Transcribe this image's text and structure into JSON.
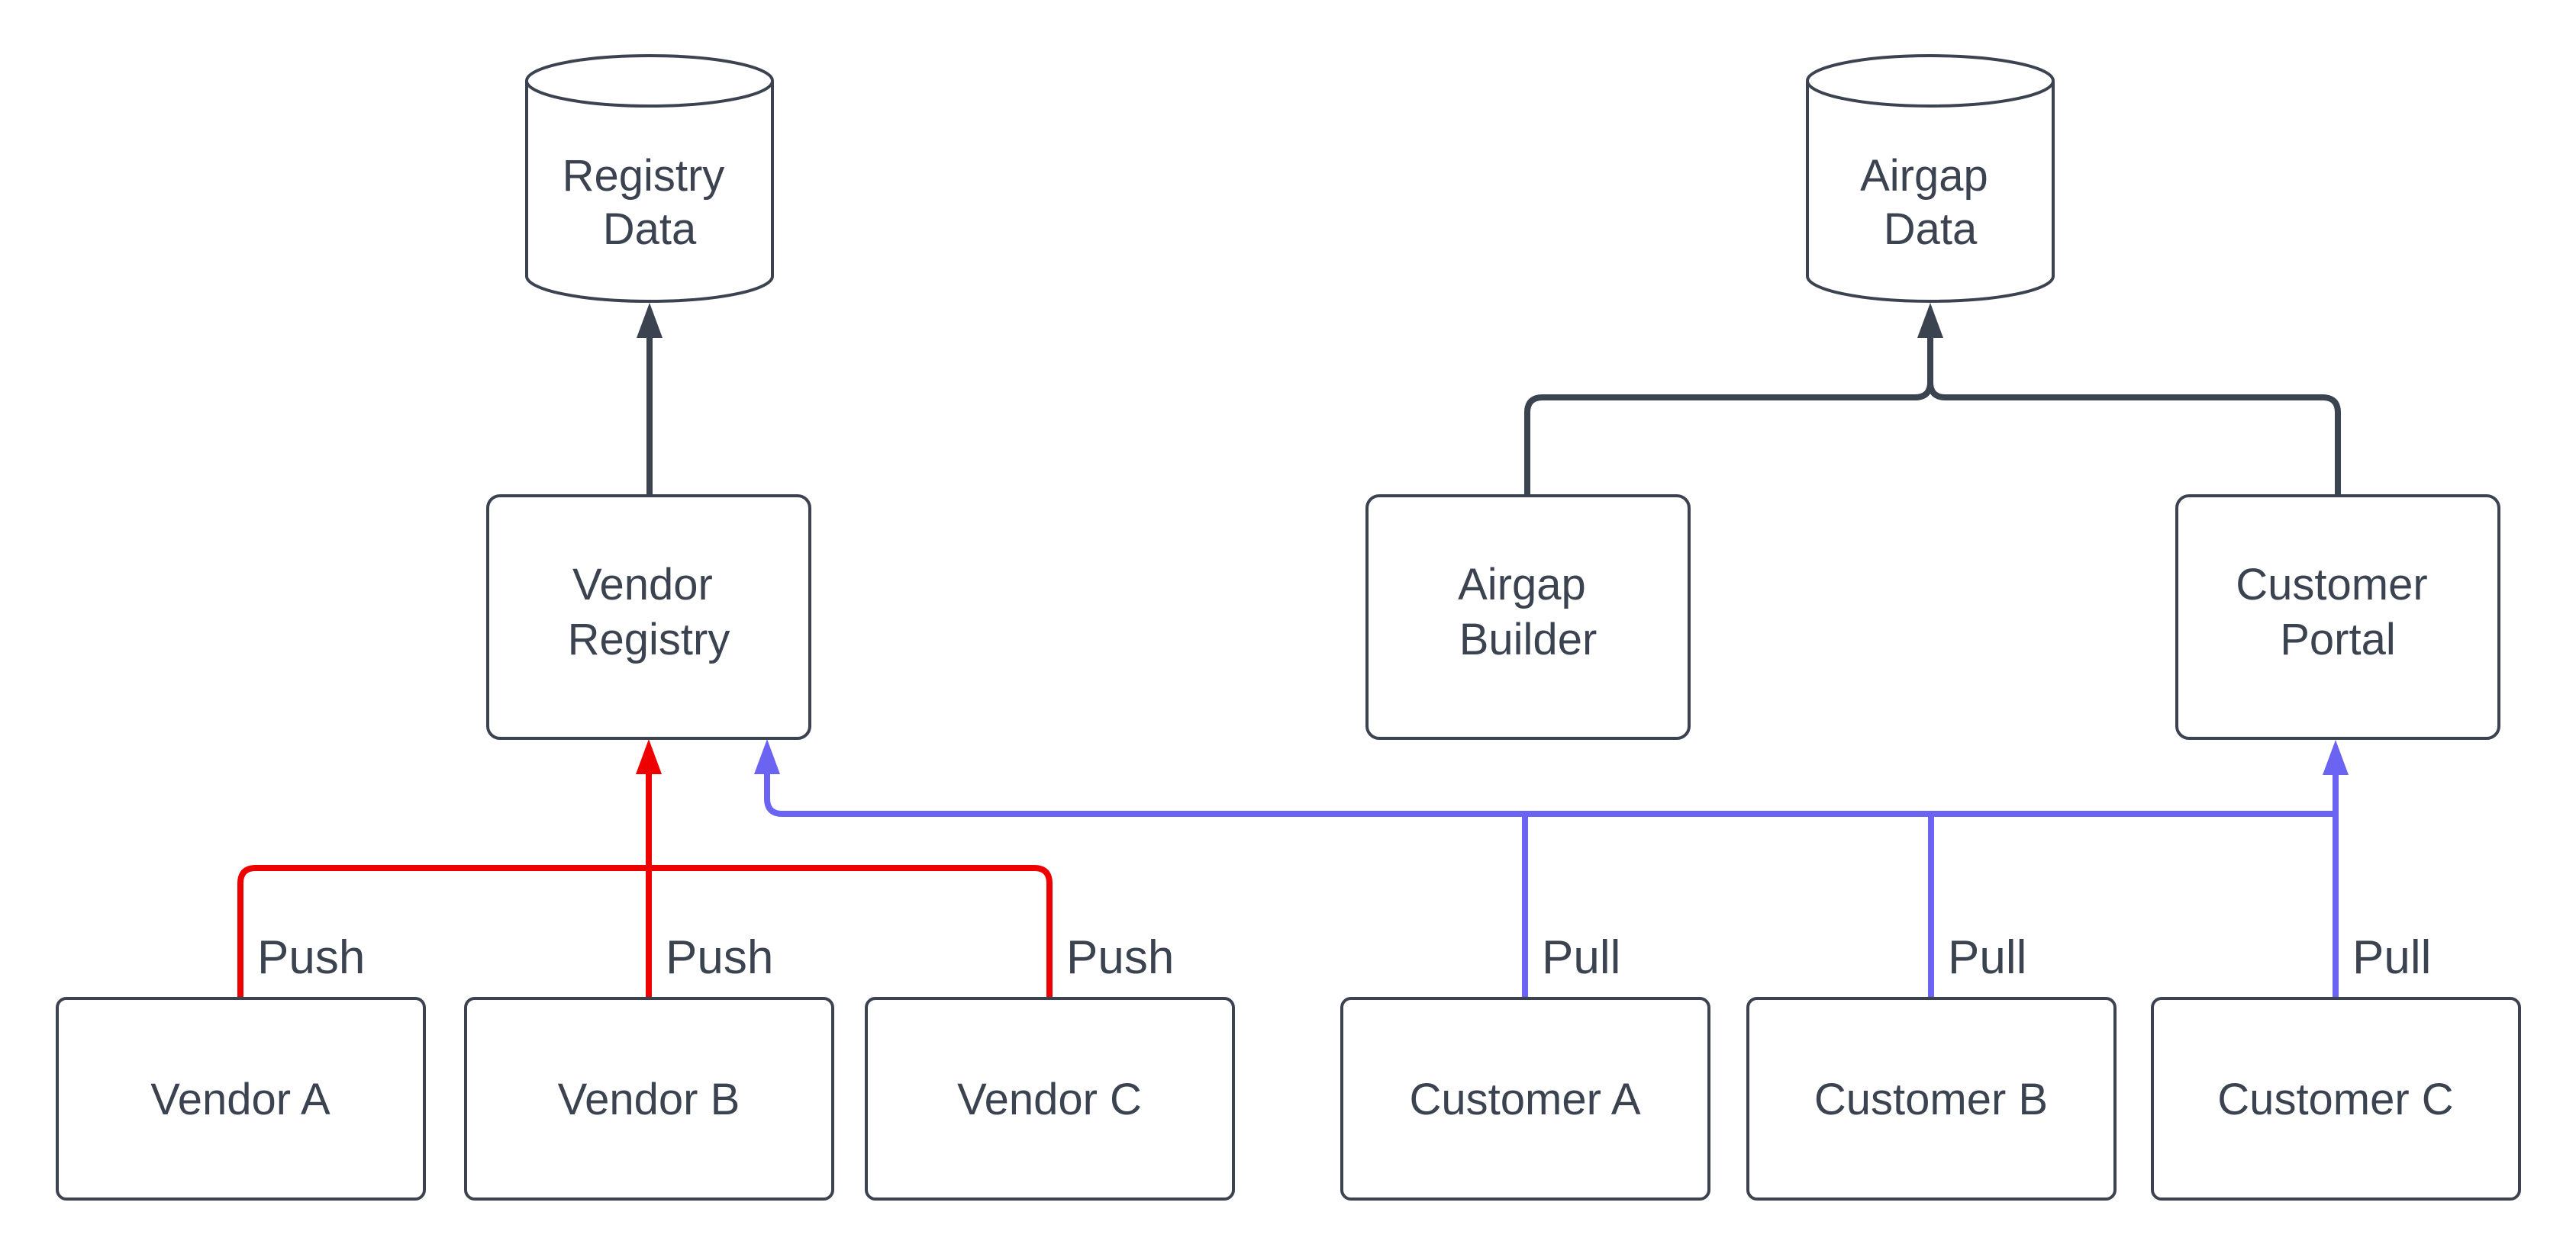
{
  "diagram": {
    "background": "#ffffff",
    "colors": {
      "node_stroke": "#3c4350",
      "node_fill": "#ffffff",
      "text": "#3c4350",
      "flow_dark": "#3c4350",
      "push_red": "#ee0000",
      "pull_blue": "#6b63f2"
    },
    "data_stores": [
      {
        "id": "registry-data",
        "lines": [
          "Registry",
          "Data"
        ]
      },
      {
        "id": "airgap-data",
        "lines": [
          "Airgap",
          "Data"
        ]
      }
    ],
    "services": [
      {
        "id": "vendor-registry",
        "lines": [
          "Vendor",
          "Registry"
        ]
      },
      {
        "id": "airgap-builder",
        "lines": [
          "Airgap",
          "Builder"
        ]
      },
      {
        "id": "customer-portal",
        "lines": [
          "Customer",
          "Portal"
        ]
      }
    ],
    "sources": [
      {
        "id": "vendor-a",
        "label": "Vendor A",
        "action": "Push"
      },
      {
        "id": "vendor-b",
        "label": "Vendor B",
        "action": "Push"
      },
      {
        "id": "vendor-c",
        "label": "Vendor C",
        "action": "Push"
      },
      {
        "id": "customer-a",
        "label": "Customer A",
        "action": "Pull"
      },
      {
        "id": "customer-b",
        "label": "Customer B",
        "action": "Pull"
      },
      {
        "id": "customer-c",
        "label": "Customer C",
        "action": "Pull"
      }
    ]
  }
}
